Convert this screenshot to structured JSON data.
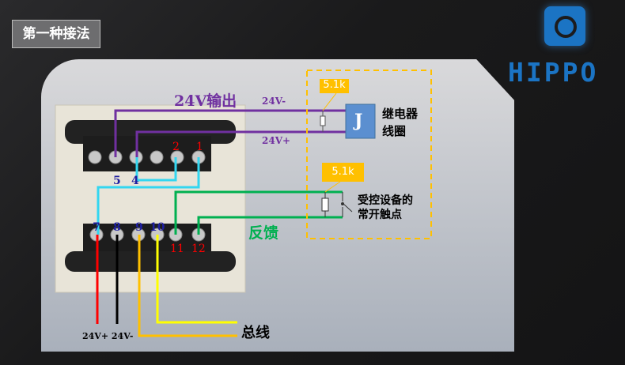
{
  "title": "第一种接法",
  "brand": "HIPPO",
  "labels": {
    "output": "24V输出",
    "v_minus": "24V-",
    "v_plus": "24V+",
    "relay": "继电器",
    "coil": "线圈",
    "relay_symbol": "J",
    "feedback": "反馈",
    "device1": "受控设备的",
    "device2": "常开触点",
    "bus": "总线",
    "bottom_power": "24V+ 24V-",
    "res1": "5.1k",
    "res2": "5.1k"
  },
  "terminals": {
    "t1": "1",
    "t2": "2",
    "t4": "4",
    "t5": "5",
    "t7": "7",
    "t8": "8",
    "t9": "9",
    "t10": "10",
    "t11": "11",
    "t12": "12"
  },
  "colors": {
    "purple": "#7030a0",
    "cyan": "#33d6f0",
    "green": "#00b050",
    "red": "#ff0000",
    "orange": "#ffc000",
    "yellow": "#ffff00"
  }
}
